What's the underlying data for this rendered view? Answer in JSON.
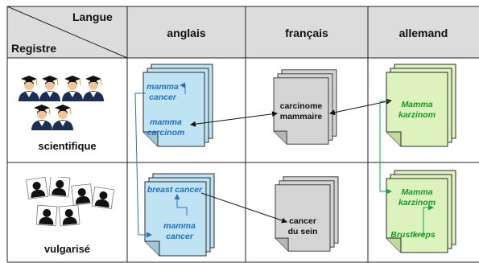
{
  "header": {
    "corner_top": "Langue",
    "corner_bottom": "Registre",
    "columns": [
      "anglais",
      "français",
      "allemand"
    ]
  },
  "rows": [
    "scientifique",
    "vulgarisé"
  ],
  "terms": {
    "en_sci_1": "mamma",
    "en_sci_2": "cancer",
    "en_sci_3": "mamma",
    "en_sci_4": "carcinom",
    "fr_sci_1": "carcinome",
    "fr_sci_2": "mammaire",
    "de_sci_1": "Mamma",
    "de_sci_2": "karzinom",
    "en_vul_1": "breast cancer",
    "en_vul_2": "mamma",
    "en_vul_3": "cancer",
    "fr_vul_1": "cancer",
    "fr_vul_2": "du sein",
    "de_vul_1": "Mamma",
    "de_vul_2": "karzinom",
    "de_vul_3": "Brustkreps"
  },
  "colors": {
    "header_bg": "#dcdcdc",
    "english_doc": "#bfe3f3",
    "french_doc": "#d4d4d4",
    "german_doc": "#ddf2bc",
    "blue_text": "#1e6fbf",
    "green_text": "#119a2a"
  },
  "icons": {
    "scientists": "graduate-icon",
    "public": "person-silhouette-icon"
  }
}
